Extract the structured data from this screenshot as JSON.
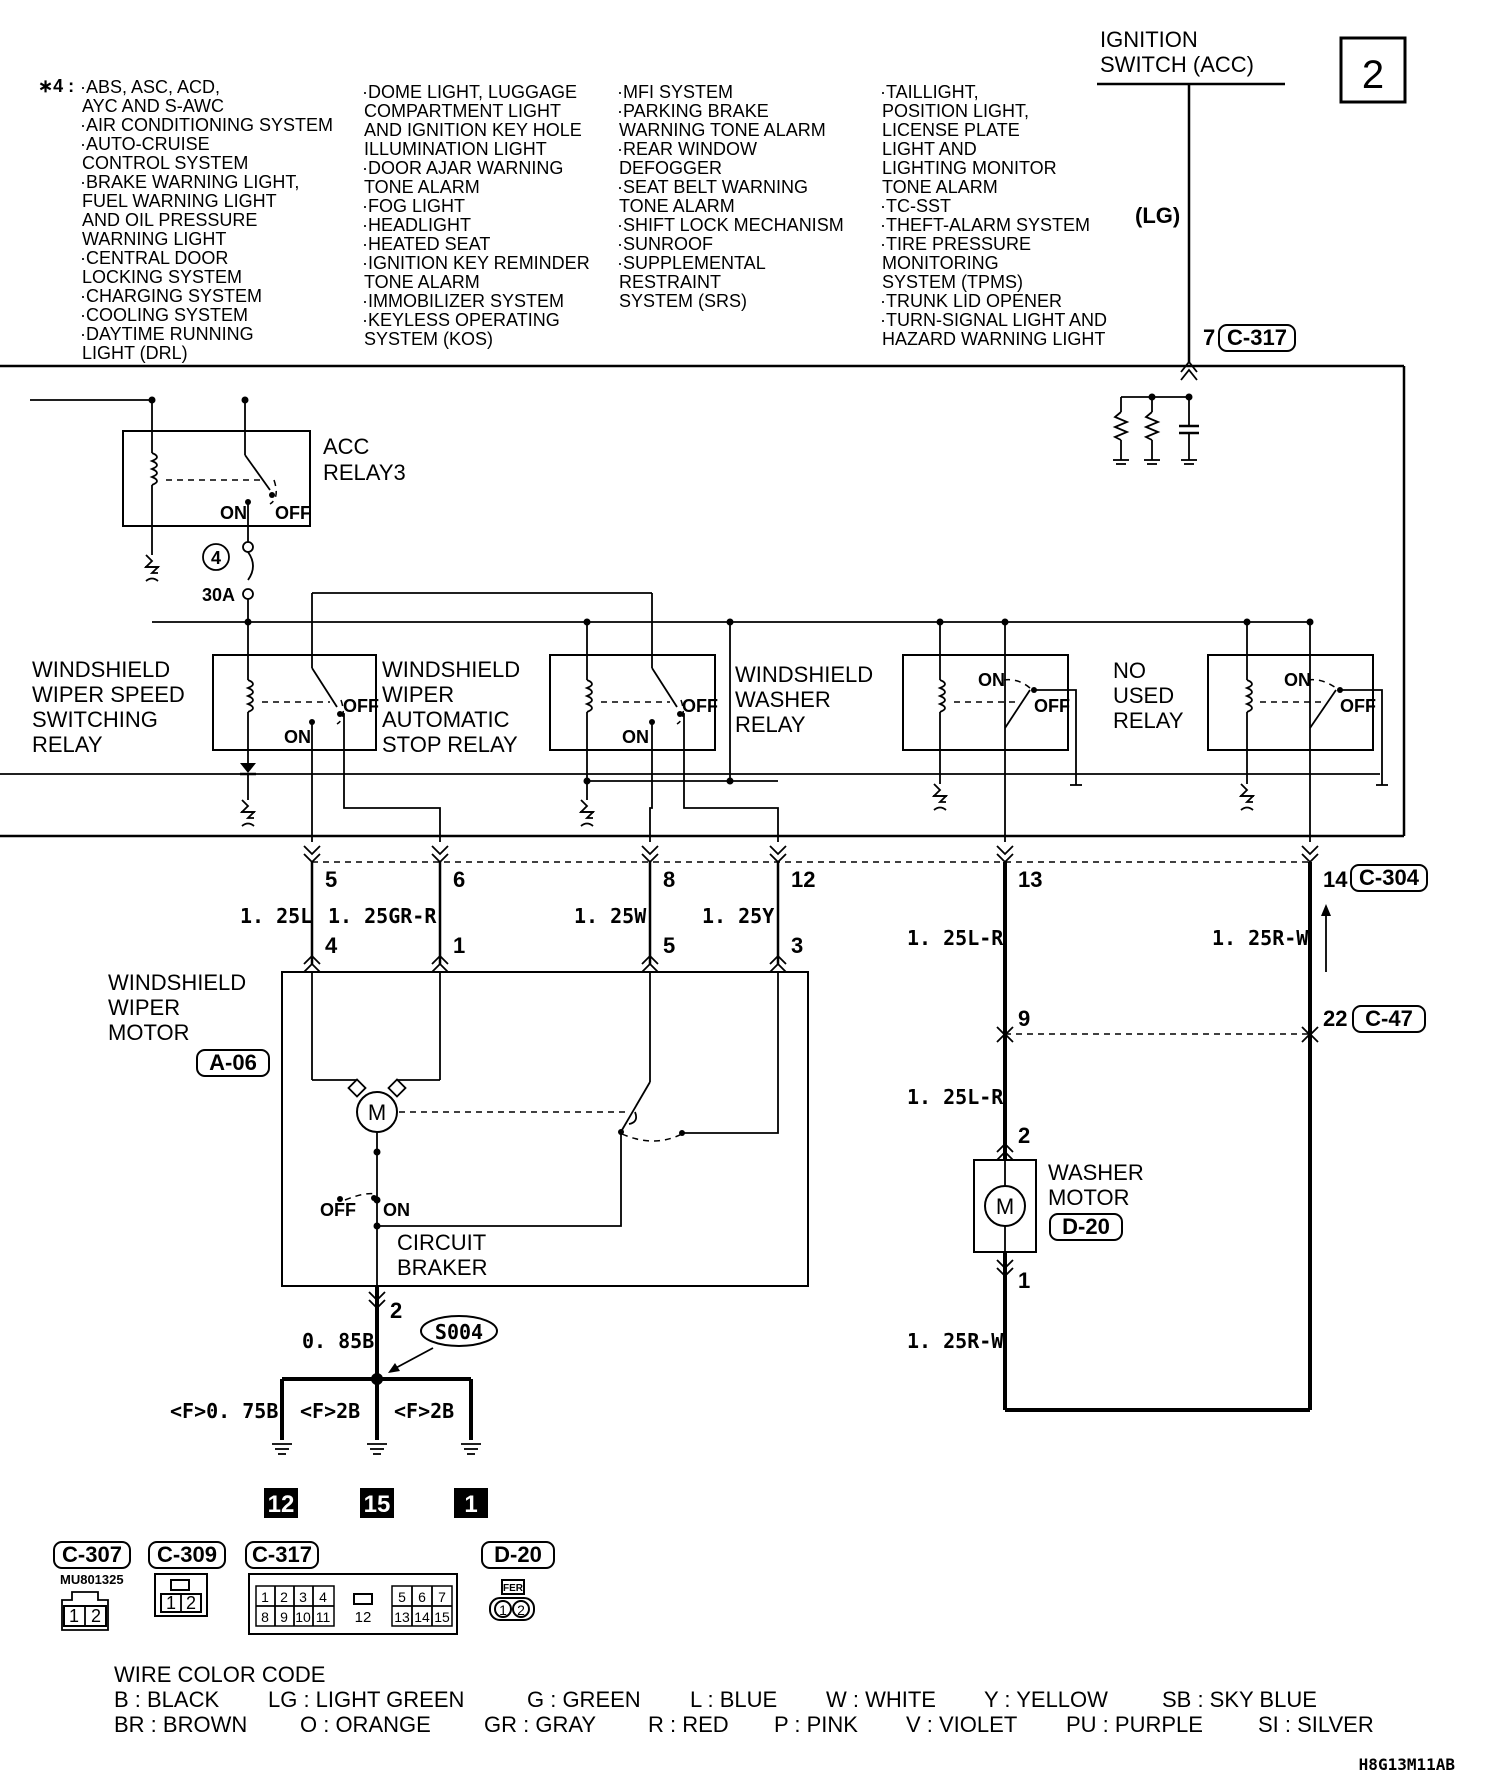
{
  "page_number": "2",
  "ignition": {
    "line1": "IGNITION",
    "line2": "SWITCH (ACC)",
    "wire": "(LG)",
    "pin": "7",
    "connector": "C-317"
  },
  "star_mark": "∗4 :",
  "systems_col1": [
    "·ABS, ASC, ACD,",
    "AYC AND S-AWC",
    "·AIR CONDITIONING SYSTEM",
    "·AUTO-CRUISE",
    "CONTROL SYSTEM",
    "·BRAKE WARNING LIGHT,",
    "FUEL WARNING LIGHT",
    "AND OIL PRESSURE",
    "WARNING LIGHT",
    "·CENTRAL DOOR",
    "LOCKING SYSTEM",
    "·CHARGING SYSTEM",
    "·COOLING SYSTEM",
    "·DAYTIME RUNNING",
    "LIGHT (DRL)"
  ],
  "systems_col2": [
    "·DOME LIGHT, LUGGAGE",
    "COMPARTMENT LIGHT",
    "AND IGNITION KEY HOLE",
    "ILLUMINATION LIGHT",
    "·DOOR AJAR WARNING",
    "TONE ALARM",
    "·FOG LIGHT",
    "·HEADLIGHT",
    "·HEATED SEAT",
    "·IGNITION KEY REMINDER",
    "TONE ALARM",
    "·IMMOBILIZER SYSTEM",
    "·KEYLESS OPERATING",
    "SYSTEM (KOS)"
  ],
  "systems_col3": [
    "·MFI SYSTEM",
    "·PARKING BRAKE",
    "WARNING TONE ALARM",
    "·REAR WINDOW",
    "DEFOGGER",
    "·SEAT BELT WARNING",
    "TONE ALARM",
    "·SHIFT LOCK MECHANISM",
    "·SUNROOF",
    "·SUPPLEMENTAL",
    "RESTRAINT",
    "SYSTEM (SRS)"
  ],
  "systems_col4": [
    "·TAILLIGHT,",
    "POSITION LIGHT,",
    "LICENSE PLATE",
    "LIGHT AND",
    "LIGHTING MONITOR",
    "TONE ALARM",
    "·TC-SST",
    "·THEFT-ALARM SYSTEM",
    "·TIRE PRESSURE",
    "MONITORING",
    "SYSTEM (TPMS)",
    "·TRUNK LID OPENER",
    "·TURN-SIGNAL LIGHT AND",
    "HAZARD WARNING LIGHT"
  ],
  "acc_relay": {
    "line1": "ACC",
    "line2": "RELAY3",
    "on": "ON",
    "off": "OFF"
  },
  "fuse": {
    "number": "4",
    "rating": "30A"
  },
  "relays": {
    "speed": [
      "WINDSHIELD",
      "WIPER SPEED",
      "SWITCHING",
      "RELAY"
    ],
    "auto_stop": [
      "WINDSHIELD",
      "WIPER",
      "AUTOMATIC",
      "STOP RELAY"
    ],
    "washer": [
      "WINDSHIELD",
      "WASHER",
      "RELAY"
    ],
    "not_used": [
      "NO",
      "USED",
      "RELAY"
    ],
    "on": "ON",
    "off": "OFF"
  },
  "c304_pins": [
    "5",
    "6",
    "8",
    "12",
    "13",
    "14"
  ],
  "c304": "C-304",
  "wires": {
    "l": "1. 25L",
    "grr": "1. 25GR-R",
    "w": "1. 25W",
    "y": "1. 25Y",
    "lr": "1. 25L-R",
    "rw": "1. 25R-W",
    "b": "0. 85B"
  },
  "motor_pins": [
    "4",
    "1",
    "5",
    "3"
  ],
  "wiper_motor": {
    "lines": [
      "WINDSHIELD",
      "WIPER",
      "MOTOR"
    ],
    "connector": "A-06",
    "symbol": "M",
    "off": "OFF",
    "on": "ON",
    "breaker1": "CIRCUIT",
    "breaker2": "BRAKER",
    "ground_pin": "2"
  },
  "c47": {
    "pin_left": "9",
    "pin_right": "22",
    "connector": "C-47"
  },
  "washer_motor": {
    "line1": "WASHER",
    "line2": "MOTOR",
    "connector": "D-20",
    "pin_top": "2",
    "pin_bottom": "1",
    "symbol": "M"
  },
  "splice": "S004",
  "grounds": [
    {
      "wire": "<F>0. 75B",
      "number": "12"
    },
    {
      "wire": "<F>2B",
      "number": "15"
    },
    {
      "wire": "<F>2B",
      "number": "1"
    }
  ],
  "connectors": {
    "c307": {
      "label": "C-307",
      "part": "MU801325",
      "pins": [
        "1",
        "2"
      ]
    },
    "c309": {
      "label": "C-309",
      "pins": [
        "1",
        "2"
      ]
    },
    "c317": {
      "label": "C-317",
      "pins_top_left": [
        "1",
        "2",
        "3",
        "4"
      ],
      "pins_top_right": [
        "5",
        "6",
        "7"
      ],
      "pins_bottom_left": [
        "8",
        "9",
        "10",
        "11"
      ],
      "pins_bottom_right": [
        "13",
        "14",
        "15"
      ],
      "pin_center": "12"
    },
    "d20": {
      "label": "D-20",
      "tag": "FER",
      "pins": [
        "1",
        "2"
      ]
    }
  },
  "color_code": {
    "title": "WIRE COLOR CODE",
    "row1": [
      "B : BLACK",
      "LG : LIGHT GREEN",
      "G : GREEN",
      "L : BLUE",
      "W : WHITE",
      "Y : YELLOW",
      "SB : SKY BLUE"
    ],
    "row2": [
      "BR : BROWN",
      "O : ORANGE",
      "GR : GRAY",
      "R : RED",
      "P : PINK",
      "V : VIOLET",
      "PU : PURPLE",
      "SI : SILVER"
    ]
  },
  "figure_id": "H8G13M11AB"
}
